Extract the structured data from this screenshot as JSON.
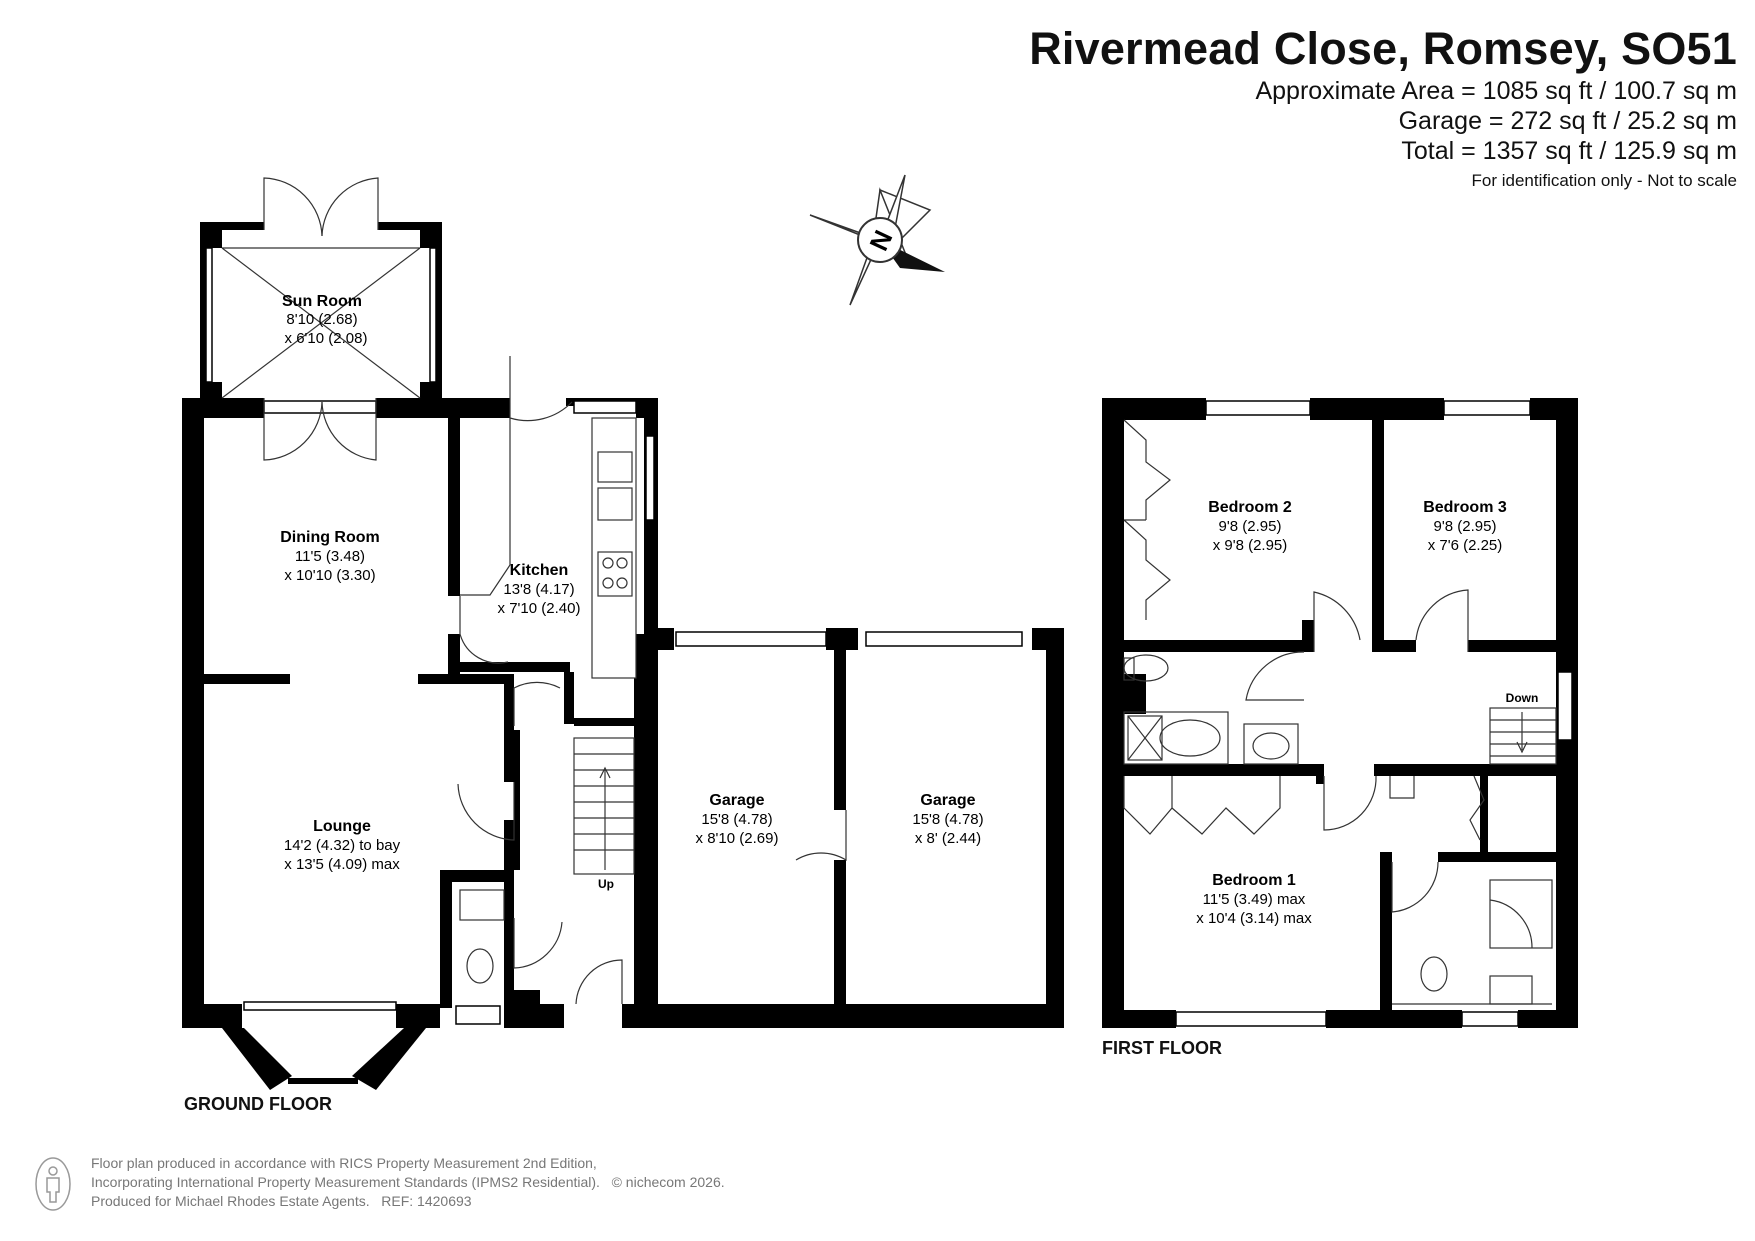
{
  "header": {
    "title": "Rivermead Close, Romsey, SO51",
    "approx_area": "Approximate Area = 1085 sq ft / 100.7 sq m",
    "garage_area": "Garage = 272 sq ft / 25.2 sq m",
    "total_area": "Total = 1357 sq ft / 125.9 sq m",
    "note": "For identification only - Not to scale"
  },
  "compass": {
    "label": "N"
  },
  "floors": {
    "ground": "GROUND FLOOR",
    "first": "FIRST FLOOR"
  },
  "rooms": {
    "sun_room": {
      "name": "Sun Room",
      "dim1": "8'10 (2.68)",
      "dim2": "x 6'10 (2.08)"
    },
    "dining_room": {
      "name": "Dining Room",
      "dim1": "11'5 (3.48)",
      "dim2": "x 10'10 (3.30)"
    },
    "kitchen": {
      "name": "Kitchen",
      "dim1": "13'8 (4.17)",
      "dim2": "x 7'10 (2.40)"
    },
    "lounge": {
      "name": "Lounge",
      "dim1": "14'2 (4.32) to bay",
      "dim2": "x 13'5 (4.09) max"
    },
    "garage_1": {
      "name": "Garage",
      "dim1": "15'8 (4.78)",
      "dim2": "x 8'10 (2.69)"
    },
    "garage_2": {
      "name": "Garage",
      "dim1": "15'8 (4.78)",
      "dim2": "x 8' (2.44)"
    },
    "bedroom_2": {
      "name": "Bedroom 2",
      "dim1": "9'8 (2.95)",
      "dim2": "x 9'8 (2.95)"
    },
    "bedroom_3": {
      "name": "Bedroom 3",
      "dim1": "9'8 (2.95)",
      "dim2": "x 7'6 (2.25)"
    },
    "bedroom_1": {
      "name": "Bedroom 1",
      "dim1": "11'5 (3.49) max",
      "dim2": "x 10'4 (3.14) max"
    }
  },
  "stairs": {
    "up": "Up",
    "down": "Down"
  },
  "footer": {
    "line1": "Floor plan produced in accordance with RICS Property Measurement 2nd Edition,",
    "line2": "Incorporating International Property Measurement Standards (IPMS2 Residential).",
    "copyright": "© nichecom 2026.",
    "line3": "Produced for Michael Rhodes Estate Agents.",
    "ref": "REF: 1420693"
  }
}
